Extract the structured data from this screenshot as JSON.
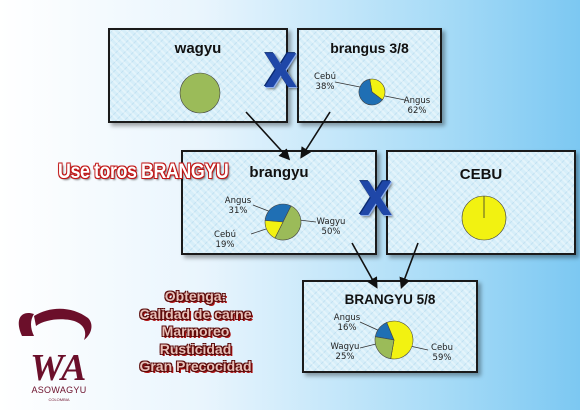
{
  "boxes": {
    "wagyu": {
      "title": "wagyu"
    },
    "brangus": {
      "title": "brangus 3/8",
      "label_cebu": "Cebú 38%",
      "label_angus": "Angus 62%"
    },
    "brangyu": {
      "title": "brangyu",
      "label_angus": "Angus 31%",
      "label_cebu": "Cebú 19%",
      "label_wagyu": "Wagyu 50%"
    },
    "cebu": {
      "title": "CEBU"
    },
    "brangyu58": {
      "title": "BRANGYU 5/8",
      "label_angus": "Angus 16%",
      "label_wagyu": "Wagyu 25%",
      "label_cebu": "Cebu 59%"
    }
  },
  "cross_symbol": "X",
  "use_toros": "Use toros BRANGYU",
  "obtenga": [
    "Obtenga:",
    "Calidad de carne",
    "Marmoreo",
    "Rusticidad",
    "Gran Precocidad"
  ],
  "logo": {
    "initials": "WA",
    "name": "ASOWAGYU",
    "sub": "COLOMBIA"
  },
  "colors": {
    "wagyu": "#9bbb59",
    "angus": "#1f6fb4",
    "cebu": "#f2f211",
    "box_border": "#1a1a1a",
    "cross": "#1f47a8",
    "title_red": "#c01616"
  },
  "chart_data": [
    {
      "type": "pie",
      "title": "wagyu",
      "categories": [
        "Wagyu"
      ],
      "values": [
        100
      ]
    },
    {
      "type": "pie",
      "title": "brangus 3/8",
      "categories": [
        "Cebú",
        "Angus"
      ],
      "values": [
        38,
        62
      ]
    },
    {
      "type": "pie",
      "title": "brangyu",
      "categories": [
        "Angus",
        "Wagyu",
        "Cebú"
      ],
      "values": [
        31,
        50,
        19
      ]
    },
    {
      "type": "pie",
      "title": "CEBU",
      "categories": [
        "Cebu"
      ],
      "values": [
        100
      ]
    },
    {
      "type": "pie",
      "title": "BRANGYU 5/8",
      "categories": [
        "Angus",
        "Cebu",
        "Wagyu"
      ],
      "values": [
        16,
        59,
        25
      ]
    }
  ]
}
